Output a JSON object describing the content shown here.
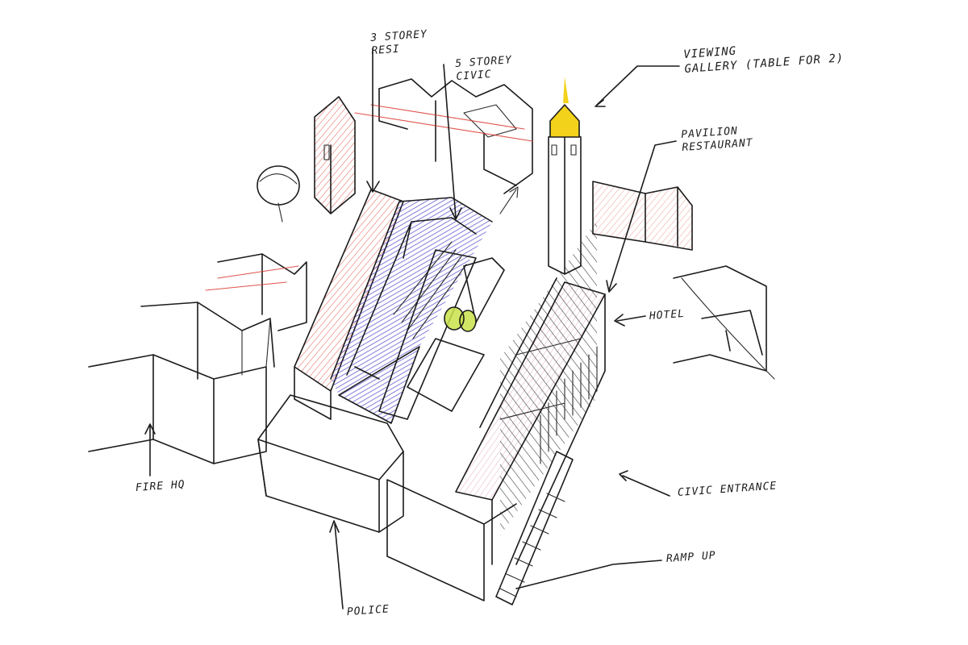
{
  "annotations": {
    "resi": [
      "3 STOREY",
      "RESI"
    ],
    "civic": [
      "5 STOREY",
      "CIVIC"
    ],
    "viewing_gallery": [
      "VIEWING",
      "GALLERY (TABLE FOR 2)"
    ],
    "pavilion": [
      "PAVILION",
      "RESTAURANT"
    ],
    "hotel": "HOTEL",
    "fire_hq": "FIRE HQ",
    "civic_entrance": "CIVIC ENTRANCE",
    "ramp_up": "RAMP UP",
    "police": "POLICE"
  },
  "colors": {
    "ink": "#1b1b1b",
    "red_hatch": "#d9362e",
    "purple_fill": "#5a4fd6",
    "pink_fill": "#e6a7c4",
    "yellow_fill": "#f2d21b",
    "green_tree": "#c9e24a"
  }
}
